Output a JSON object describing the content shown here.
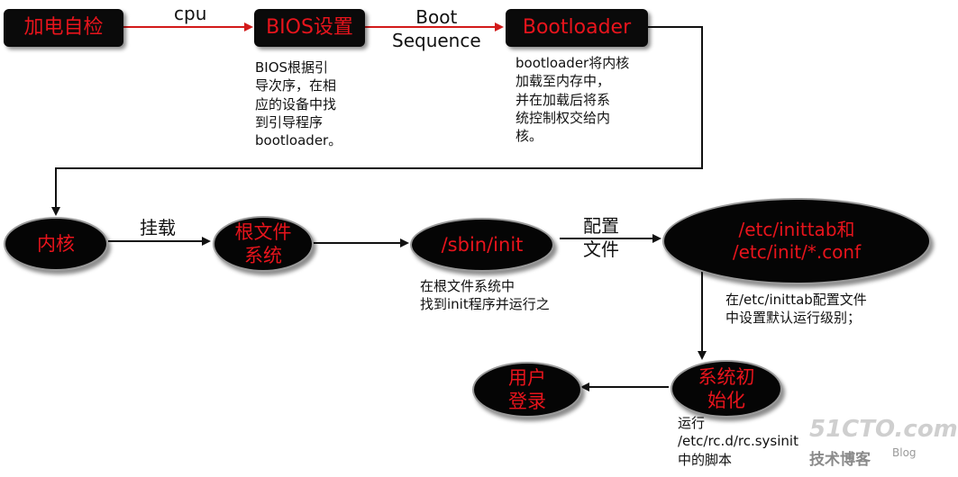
{
  "top_row": {
    "post": "加电自检",
    "bios": "BIOS设置",
    "bootloader": "Bootloader",
    "edge_cpu": "cpu",
    "edge_boot_sequence": "Boot\nSequence",
    "note_bios": "BIOS根据引\n导次序，在相\n应的设备中找\n到引导程序\nbootloader。",
    "note_bootloader": "bootloader将内核\n加载至内存中，\n并在加载后将系\n统控制权交给内\n核。"
  },
  "middle_row": {
    "kernel": "内核",
    "rootfs": "根文件\n系统",
    "init": "/sbin/init",
    "inittab": "/etc/inittab和\n/etc/init/*.conf",
    "edge_mount": "挂载",
    "edge_config": "配置\n文件",
    "note_init": "在根文件系统中\n找到init程序并运行之",
    "note_inittab": "在/etc/inittab配置文件\n中设置默认运行级别；"
  },
  "bottom_row": {
    "sysinit": "系统初\n始化",
    "login": "用户\n登录",
    "note_sysinit": "运行\n/etc/rc.d/rc.sysinit\n中的脚本"
  },
  "watermark": {
    "site": "51CTO.com",
    "tagline": "技术博客",
    "blog": "Blog"
  },
  "colors": {
    "node_fill": "#050505",
    "node_text": "#e8141c",
    "top_arrow": "#d21a1a",
    "connector": "#111111"
  }
}
